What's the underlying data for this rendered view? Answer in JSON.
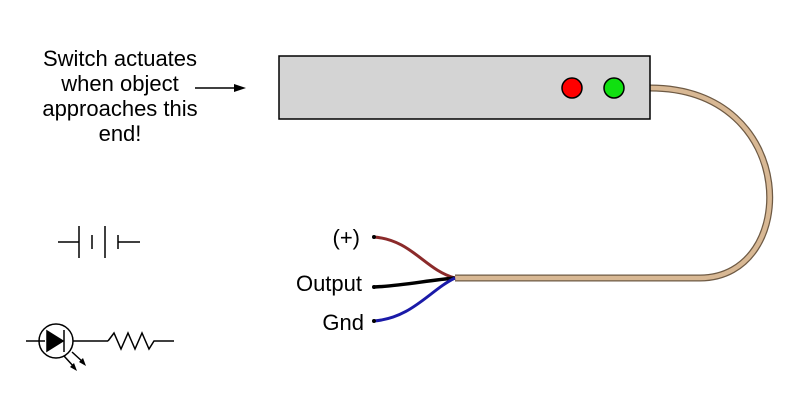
{
  "annotation": {
    "lines": [
      "Switch actuates",
      "when object",
      "approaches this",
      "end!"
    ]
  },
  "wires": {
    "positive_label": "(+)",
    "output_label": "Output",
    "ground_label": "Gnd",
    "positive_color": "#8b2a2a",
    "output_color": "#000000",
    "ground_color": "#1a1aa8"
  },
  "sensor": {
    "body_color": "#d4d4d4",
    "cable_color": "#d8b894",
    "indicators": [
      {
        "name": "red-indicator",
        "color": "#ff0000"
      },
      {
        "name": "green-indicator",
        "color": "#10e010"
      }
    ]
  },
  "symbols": [
    "battery-symbol",
    "led-symbol",
    "resistor-symbol"
  ]
}
